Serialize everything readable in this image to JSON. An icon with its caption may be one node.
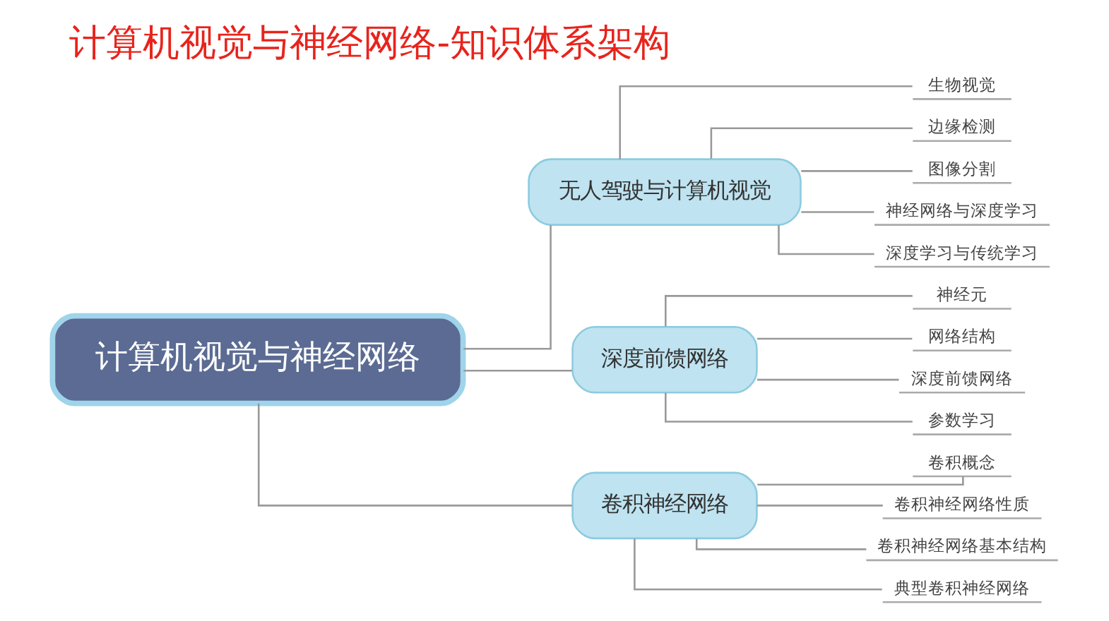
{
  "diagram": {
    "title": "计算机视觉与神经网络-知识体系架构",
    "nodes": [
      {
        "text": [
          "计算机视觉与神经网络"
        ]
      },
      {
        "text": [
          "无人驾驶与计算机视觉"
        ]
      },
      {
        "text": [
          "生物视觉"
        ]
      },
      {
        "text": [
          "边缘检测"
        ]
      },
      {
        "text": [
          "图像分割"
        ]
      },
      {
        "text": [
          "神经网络与深度学习"
        ]
      },
      {
        "text": [
          "深度学习与传统学习"
        ]
      },
      {
        "text": [
          "深度前馈网络"
        ]
      },
      {
        "text": [
          "神经元"
        ]
      },
      {
        "text": [
          "网络结构"
        ]
      },
      {
        "text": [
          "深度前馈网络"
        ]
      },
      {
        "text": [
          "参数学习"
        ]
      },
      {
        "text": [
          "卷积神经网络"
        ]
      },
      {
        "text": [
          "卷积概念"
        ]
      },
      {
        "text": [
          "卷积神经网络性质"
        ]
      },
      {
        "text": [
          "卷积神经网络基本结构"
        ]
      },
      {
        "text": [
          "典型卷积神经网络"
        ]
      }
    ],
    "edges": [
      {
        "from": 0,
        "to": 1,
        "arrow": "none"
      },
      {
        "from": 1,
        "to": 2,
        "arrow": "none"
      },
      {
        "from": 1,
        "to": 3,
        "arrow": "none"
      },
      {
        "from": 1,
        "to": 4,
        "arrow": "none"
      },
      {
        "from": 1,
        "to": 5,
        "arrow": "none"
      },
      {
        "from": 1,
        "to": 6,
        "arrow": "none"
      },
      {
        "from": 0,
        "to": 7,
        "arrow": "none"
      },
      {
        "from": 7,
        "to": 8,
        "arrow": "none"
      },
      {
        "from": 7,
        "to": 9,
        "arrow": "none"
      },
      {
        "from": 7,
        "to": 10,
        "arrow": "none"
      },
      {
        "from": 7,
        "to": 11,
        "arrow": "none"
      },
      {
        "from": 0,
        "to": 12,
        "arrow": "none"
      },
      {
        "from": 12,
        "to": 13,
        "arrow": "none"
      },
      {
        "from": 12,
        "to": 14,
        "arrow": "none"
      },
      {
        "from": 12,
        "to": 15,
        "arrow": "none"
      },
      {
        "from": 12,
        "to": 16,
        "arrow": "none"
      }
    ]
  }
}
